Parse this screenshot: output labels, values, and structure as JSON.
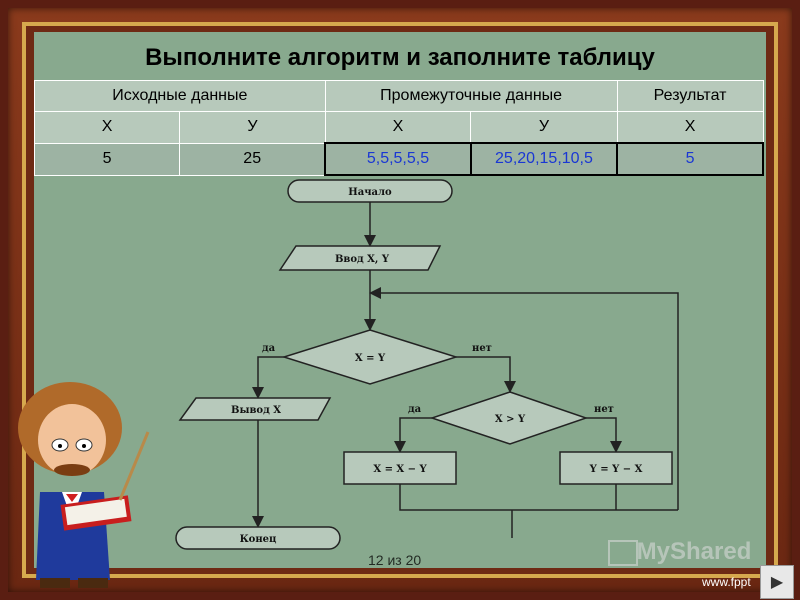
{
  "slide": {
    "title": "Выполните алгоритм и заполните таблицу",
    "counter": "12 из 20",
    "watermark": "MyShared",
    "site": "www.fppt"
  },
  "table": {
    "groups": [
      "Исходные данные",
      "Промежуточные данные",
      "Результат"
    ],
    "vars": [
      "Х",
      "У",
      "Х",
      "У",
      "Х"
    ],
    "values": [
      "5",
      "25",
      "5,5,5,5,5",
      "25,20,15,10,5",
      "5"
    ]
  },
  "flowchart": {
    "start": "Начало",
    "input": "Ввод X, Y",
    "cond1": "X = Y",
    "yes1": "да",
    "no1": "нет",
    "output": "Вывод X",
    "cond2": "X > Y",
    "yes2": "да",
    "no2": "нет",
    "action_yes": "X = X − Y",
    "action_no": "Y = Y − X",
    "end": "Конец"
  },
  "colors": {
    "board": "#7a9e86",
    "frame": "#6e2a14",
    "accent_text": "#1a37d4"
  },
  "icons": [
    "professor-mascot-icon",
    "pointer-stick-icon",
    "book-icon",
    "next-slide-icon"
  ]
}
